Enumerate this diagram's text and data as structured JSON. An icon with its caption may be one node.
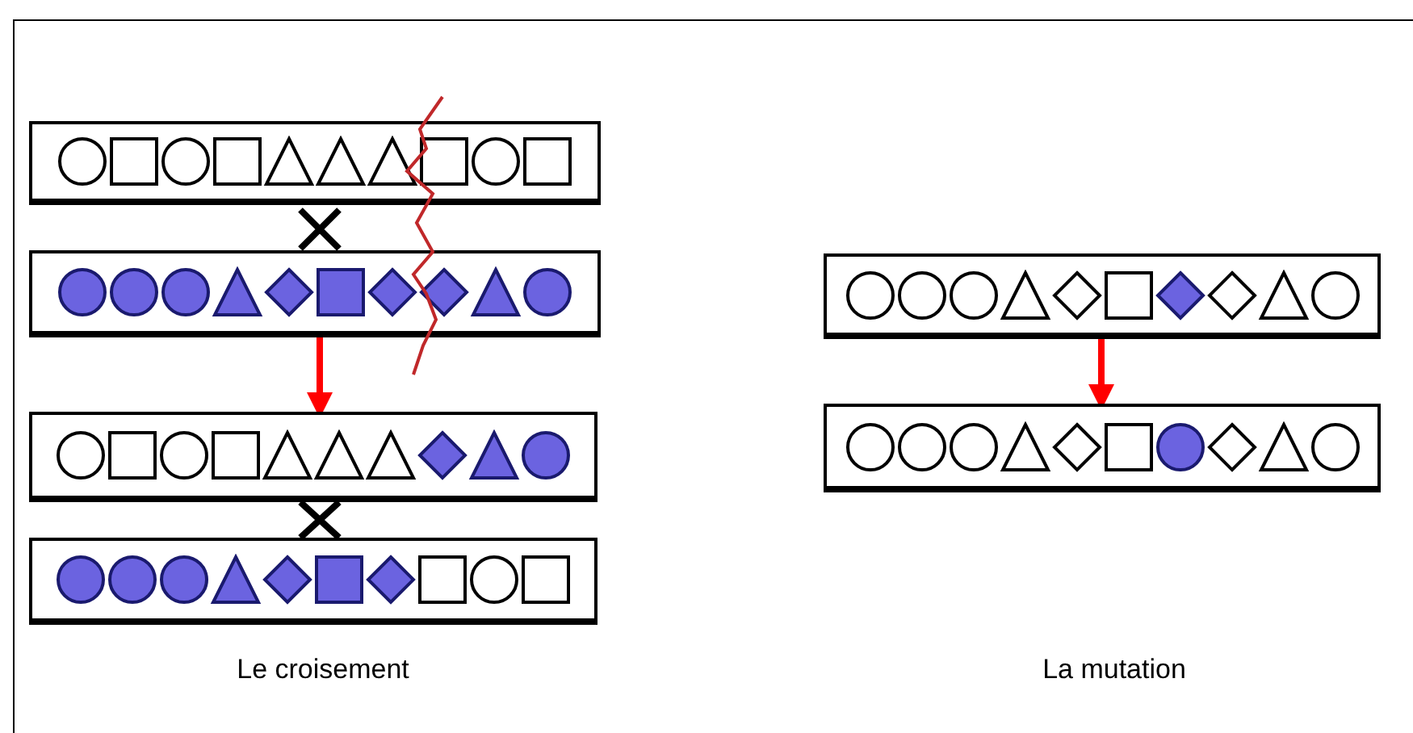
{
  "diagram": {
    "nodes": [
      {
        "text": [],
        "shape": "bar"
      },
      {
        "text": [],
        "shape": "bar"
      },
      {
        "text": [],
        "shape": "bar"
      },
      {
        "text": [],
        "shape": "bar"
      },
      {
        "text": [],
        "shape": "bar"
      },
      {
        "text": [],
        "shape": "bar"
      }
    ],
    "edges": [
      {
        "from": 1,
        "to": 2,
        "arrow": "to",
        "color": "#ff0000"
      },
      {
        "from": 4,
        "to": 5,
        "arrow": "to",
        "color": "#ff0000"
      }
    ],
    "labels": [
      "Le croisement",
      "La mutation"
    ]
  }
}
